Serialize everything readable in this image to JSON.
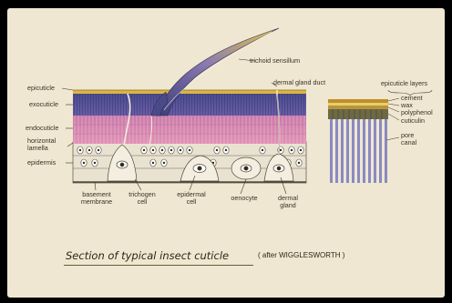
{
  "figure": {
    "caption": "Section of typical insect cuticle",
    "credit": "( after WIGGLESWORTH )",
    "labels": {
      "epicuticle": "epicuticle",
      "exocuticle": "exocuticle",
      "endocuticle": "endocuticle",
      "horizontal_lamella_1": "horizontal",
      "horizontal_lamella_2": "lamella",
      "epidermis": "epidermis",
      "trichoid_sensillum": "trichoid sensillum",
      "dermal_gland_duct": "dermal gland duct",
      "basement_membrane_1": "basement",
      "basement_membrane_2": "membrane",
      "trichogen_cell_1": "trichogen",
      "trichogen_cell_2": "cell",
      "epidermal_cell_1": "epidermal",
      "epidermal_cell_2": "cell",
      "oenocyte": "oenocyte",
      "dermal_gland_1": "dermal",
      "dermal_gland_2": "gland"
    },
    "inset": {
      "title": "epicuticle layers",
      "layers": {
        "cement": "cement",
        "wax": "wax",
        "polyphenol": "polyphenol",
        "cuticulin": "cuticulin",
        "pore_canal_1": "pore",
        "pore_canal_2": "canal"
      }
    }
  },
  "colors": {
    "background": "#efe7d2",
    "exocuticle": "#5a5a9c",
    "endocuticle": "#d47faa",
    "epicuticle": "#d9b640",
    "epidermis": "#e8e1cf"
  }
}
